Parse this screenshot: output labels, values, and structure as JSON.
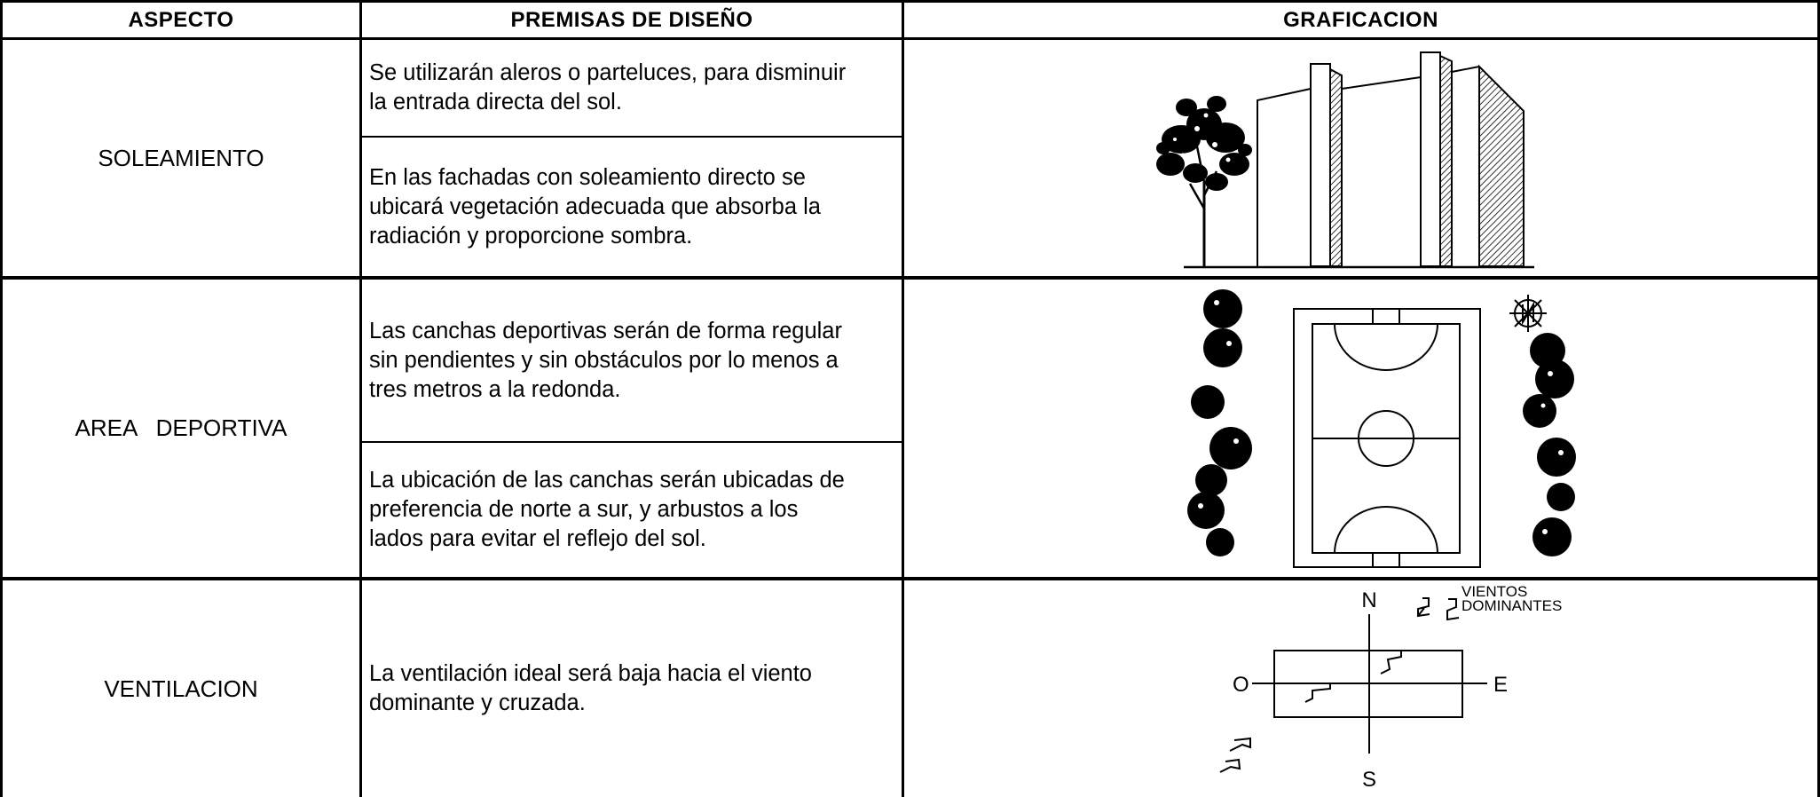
{
  "headers": {
    "aspecto": "ASPECTO",
    "premisas": "PREMISAS DE DISEÑO",
    "graficacion": "GRAFICACION"
  },
  "rows": [
    {
      "aspect": "SOLEAMIENTO",
      "premises": [
        "Se utilizarán aleros o parteluces, para disminuir\nla entrada directa del sol.",
        "En las fachadas con soleamiento directo se\nubicará vegetación adecuada que absorba la\nradiación y proporcione sombra."
      ],
      "graphic": "tree-and-buildings-elevation"
    },
    {
      "aspect": "AREA   DEPORTIVA",
      "premises": [
        "Las canchas deportivas serán de forma regular\nsin pendientes y sin obstáculos por lo menos a\ntres metros a la redonda.",
        "La  ubicación de las canchas serán ubicadas de\npreferencia de norte a sur, y arbustos a los\nlados para evitar el reflejo del sol."
      ],
      "graphic": "sports-court-plan"
    },
    {
      "aspect": "VENTILACION",
      "premises": [
        "La ventilación ideal será baja hacia el viento\ndominante y cruzada."
      ],
      "graphic": "wind-compass-diagram",
      "diagram_labels": {
        "north": "N",
        "south": "S",
        "east": "E",
        "west": "O",
        "winds_line1": "VIENTOS",
        "winds_line2": "DOMINANTES"
      }
    }
  ],
  "colors": {
    "line": "#000000",
    "background": "#ffffff"
  }
}
